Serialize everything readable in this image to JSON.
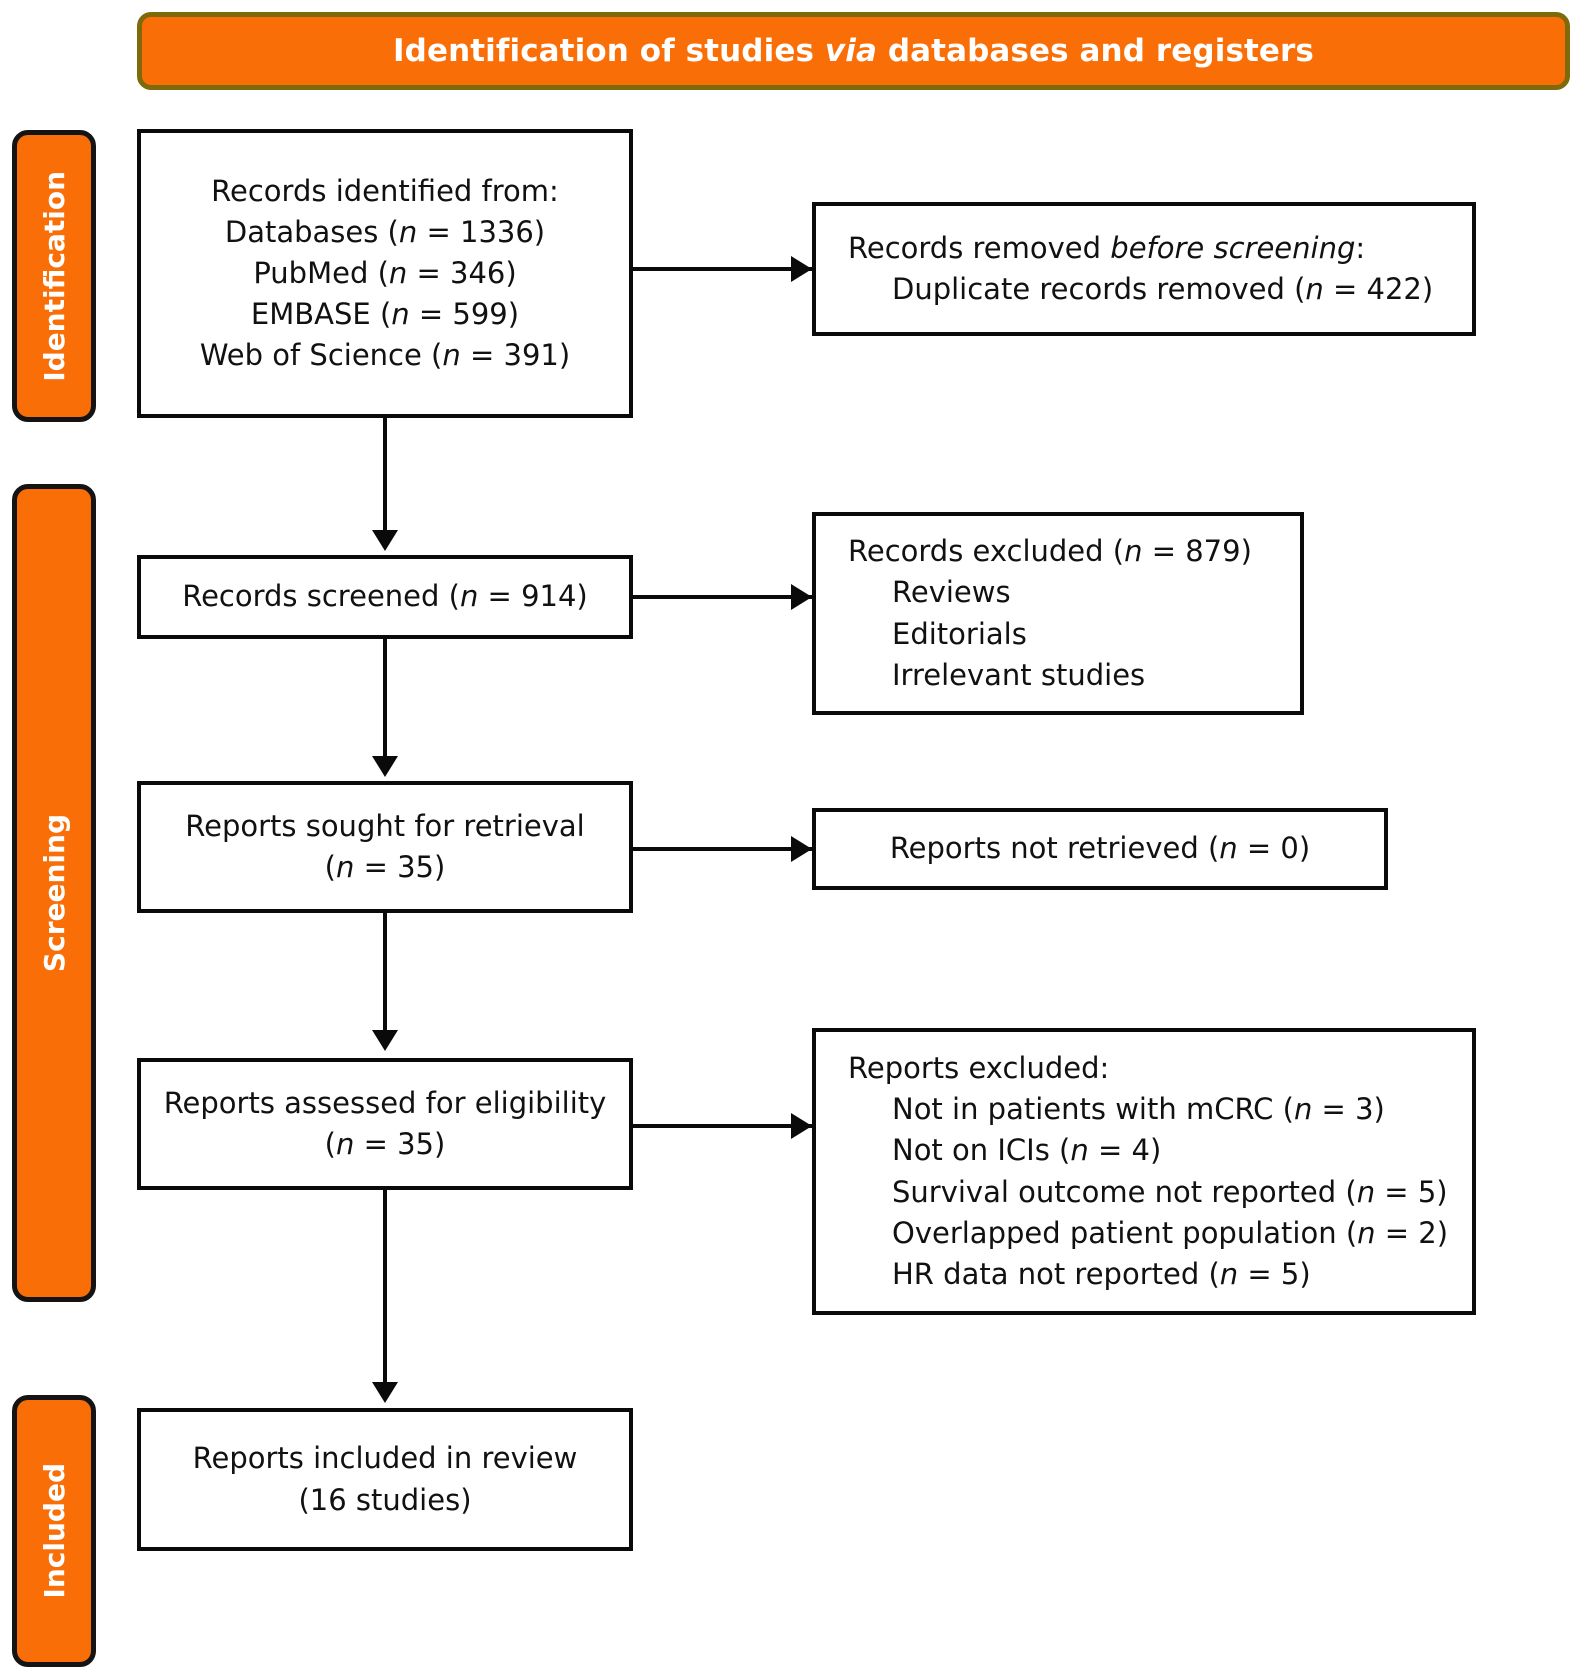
{
  "diagram": {
    "type": "prisma-flow-diagram",
    "banner": {
      "prefix": "Identification of studies ",
      "italic": "via",
      "suffix": " databases and registers"
    },
    "stages": [
      {
        "id": "identification",
        "label": "Identification"
      },
      {
        "id": "screening",
        "label": "Screening"
      },
      {
        "id": "included",
        "label": "Included"
      }
    ],
    "boxes": {
      "records_identified": {
        "lines": [
          "Records identified from:",
          "Databases (n = 1336)",
          "PubMed  (n = 346)",
          "EMBASE  (n = 599)",
          "Web of Science (n = 391)"
        ],
        "align": "center"
      },
      "records_removed": {
        "line1_prefix": "Records removed ",
        "line1_italic": "before screening",
        "line1_suffix": ":",
        "line2": "Duplicate records removed (n = 422)",
        "align": "left"
      },
      "records_screened": {
        "lines": [
          "Records screened (n = 914)"
        ],
        "align": "center"
      },
      "records_excluded": {
        "lines": [
          "Records excluded (n = 879)",
          "Reviews",
          "Editorials",
          "Irrelevant studies"
        ],
        "align": "left"
      },
      "reports_sought": {
        "lines": [
          "Reports sought for retrieval",
          "(n = 35)"
        ],
        "align": "center"
      },
      "reports_not_retrieved": {
        "lines": [
          "Reports not retrieved (n = 0)"
        ],
        "align": "center"
      },
      "reports_assessed": {
        "lines": [
          "Reports assessed for eligibility",
          "(n = 35)"
        ],
        "align": "center"
      },
      "reports_excluded": {
        "lines": [
          "Reports excluded:",
          "Not in patients with mCRC (n = 3)",
          "Not on ICIs (n = 4)",
          "Survival outcome not reported (n = 5)",
          "Overlapped patient population (n = 2)",
          "HR data not reported (n = 5)"
        ],
        "align": "left"
      },
      "reports_included": {
        "lines": [
          "Reports included in review",
          "(16 studies)"
        ],
        "align": "center"
      }
    },
    "counts": {
      "databases_total": 1336,
      "pubmed": 346,
      "embase": 599,
      "web_of_science": 391,
      "duplicates_removed": 422,
      "records_screened": 914,
      "records_excluded": 879,
      "reports_sought": 35,
      "reports_not_retrieved": 0,
      "reports_assessed": 35,
      "excluded_not_mcrc": 3,
      "excluded_not_ici": 4,
      "excluded_no_survival": 5,
      "excluded_overlapped": 2,
      "excluded_no_hr": 5,
      "studies_included": 16
    },
    "colors": {
      "accent_orange": "#F96E07",
      "banner_border": "#7E6A0B",
      "stage_border": "#141414",
      "box_border": "#0a0a0a",
      "text": "#111111",
      "banner_text": "#ffffff"
    }
  }
}
